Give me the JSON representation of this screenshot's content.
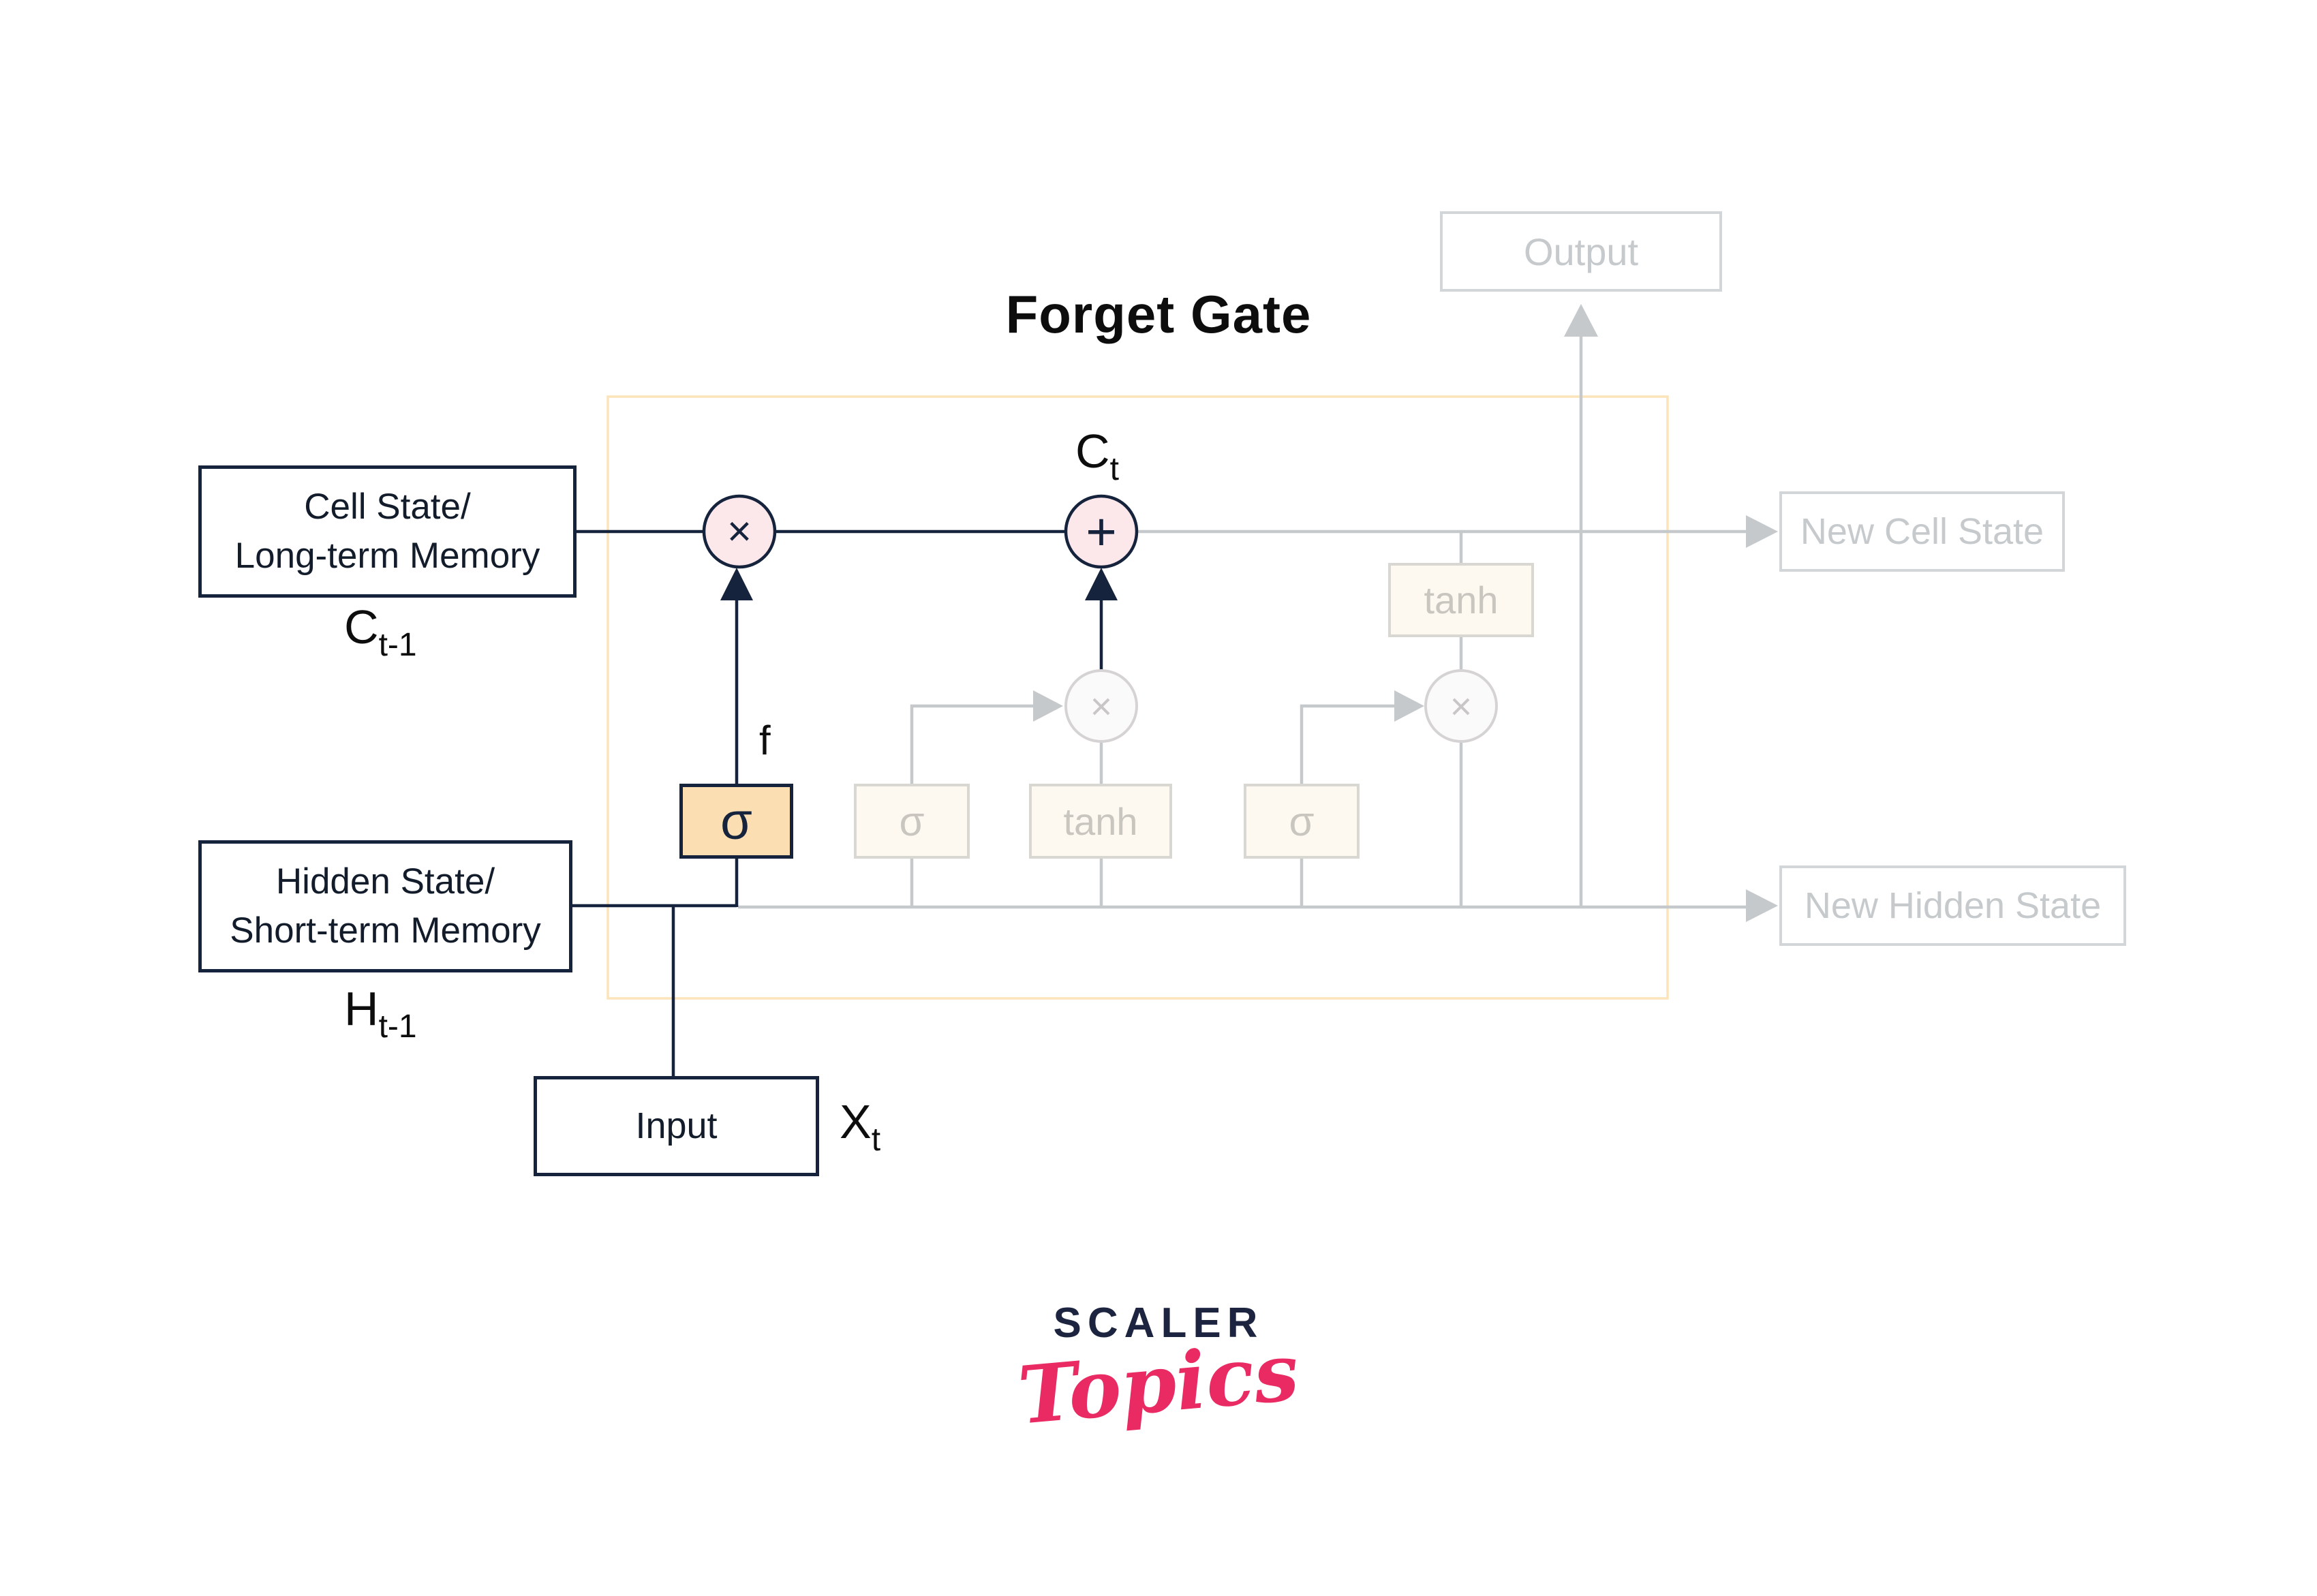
{
  "title": "Forget Gate",
  "colors": {
    "navy": "#16233c",
    "gray_line": "#c6c9cb",
    "pink_node_fill": "#fce7ea",
    "active_gate_fill": "#fbdfb2",
    "faded_box_fill": "#fdf9f1",
    "faded_border": "#d8d7d2",
    "faded_text": "#c9c6c0",
    "gray_box_border": "#d3d6d8",
    "gray_box_text": "#c6cacc",
    "frame_orange": "#fbe3ba",
    "logo_navy": "#1d2440",
    "logo_pink": "#e92a63"
  },
  "nodes": {
    "cell_state_box": {
      "line1": "Cell State/",
      "line2": "Long-term Memory"
    },
    "cell_state_label": {
      "base": "C",
      "sub": "t-1"
    },
    "hidden_state_box": {
      "line1": "Hidden State/",
      "line2": "Short-term Memory"
    },
    "hidden_state_label": {
      "base": "H",
      "sub": "t-1"
    },
    "input_box": {
      "label": "Input"
    },
    "input_label": {
      "base": "X",
      "sub": "t"
    },
    "new_cell_label": {
      "base": "C",
      "sub": "t"
    },
    "forget_gate_sigma": "σ",
    "forget_gate_tag": "f",
    "input_gate_sigma": "σ",
    "candidate_tanh": "tanh",
    "output_gate_sigma": "σ",
    "cell_output_tanh": "tanh",
    "output_box": "Output",
    "new_cell_state_box": "New Cell State",
    "new_hidden_state_box": "New Hidden State"
  },
  "operators": {
    "multiply": "×",
    "add": "+"
  },
  "logo": {
    "line1": "SCALER",
    "line2": "Topics"
  }
}
